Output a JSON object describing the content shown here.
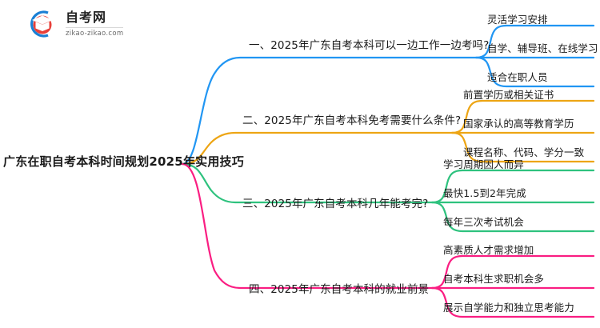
{
  "logo": {
    "title": "自考网",
    "subtitle": "zikao-zikao.com",
    "mark_colors": {
      "ring": "#1a7fd4",
      "cap": "#e8403a"
    },
    "mark_name": "graduation-cap-logo"
  },
  "mindmap": {
    "center_topic": "广东在职自考本科时间规划2025年实用技巧",
    "branches": [
      {
        "id": "branch-1",
        "label": "一、2025年广东自考本科可以一边工作一边考吗?",
        "color": "#2196f3",
        "children": [
          "灵活学习安排",
          "自学、辅导班、在线学习",
          "适合在职人员"
        ]
      },
      {
        "id": "branch-2",
        "label": "二、2025年广东自考本科免考需要什么条件?",
        "color": "#eda514",
        "children": [
          "前置学历或相关证书",
          "国家承认的高等教育学历",
          "课程名称、代码、学分一致"
        ]
      },
      {
        "id": "branch-3",
        "label": "三、2025年广东自考本科几年能考完?",
        "color": "#2ec27e",
        "children": [
          "学习周期因人而异",
          "最快1.5到2年完成",
          "每年三次考试机会"
        ]
      },
      {
        "id": "branch-4",
        "label": "四、2025年广东自考本科的就业前景",
        "color": "#fa1e82",
        "children": [
          "高素质人才需求增加",
          "自考本科生求职机会多",
          "展示自学能力和独立思考能力"
        ]
      }
    ]
  }
}
